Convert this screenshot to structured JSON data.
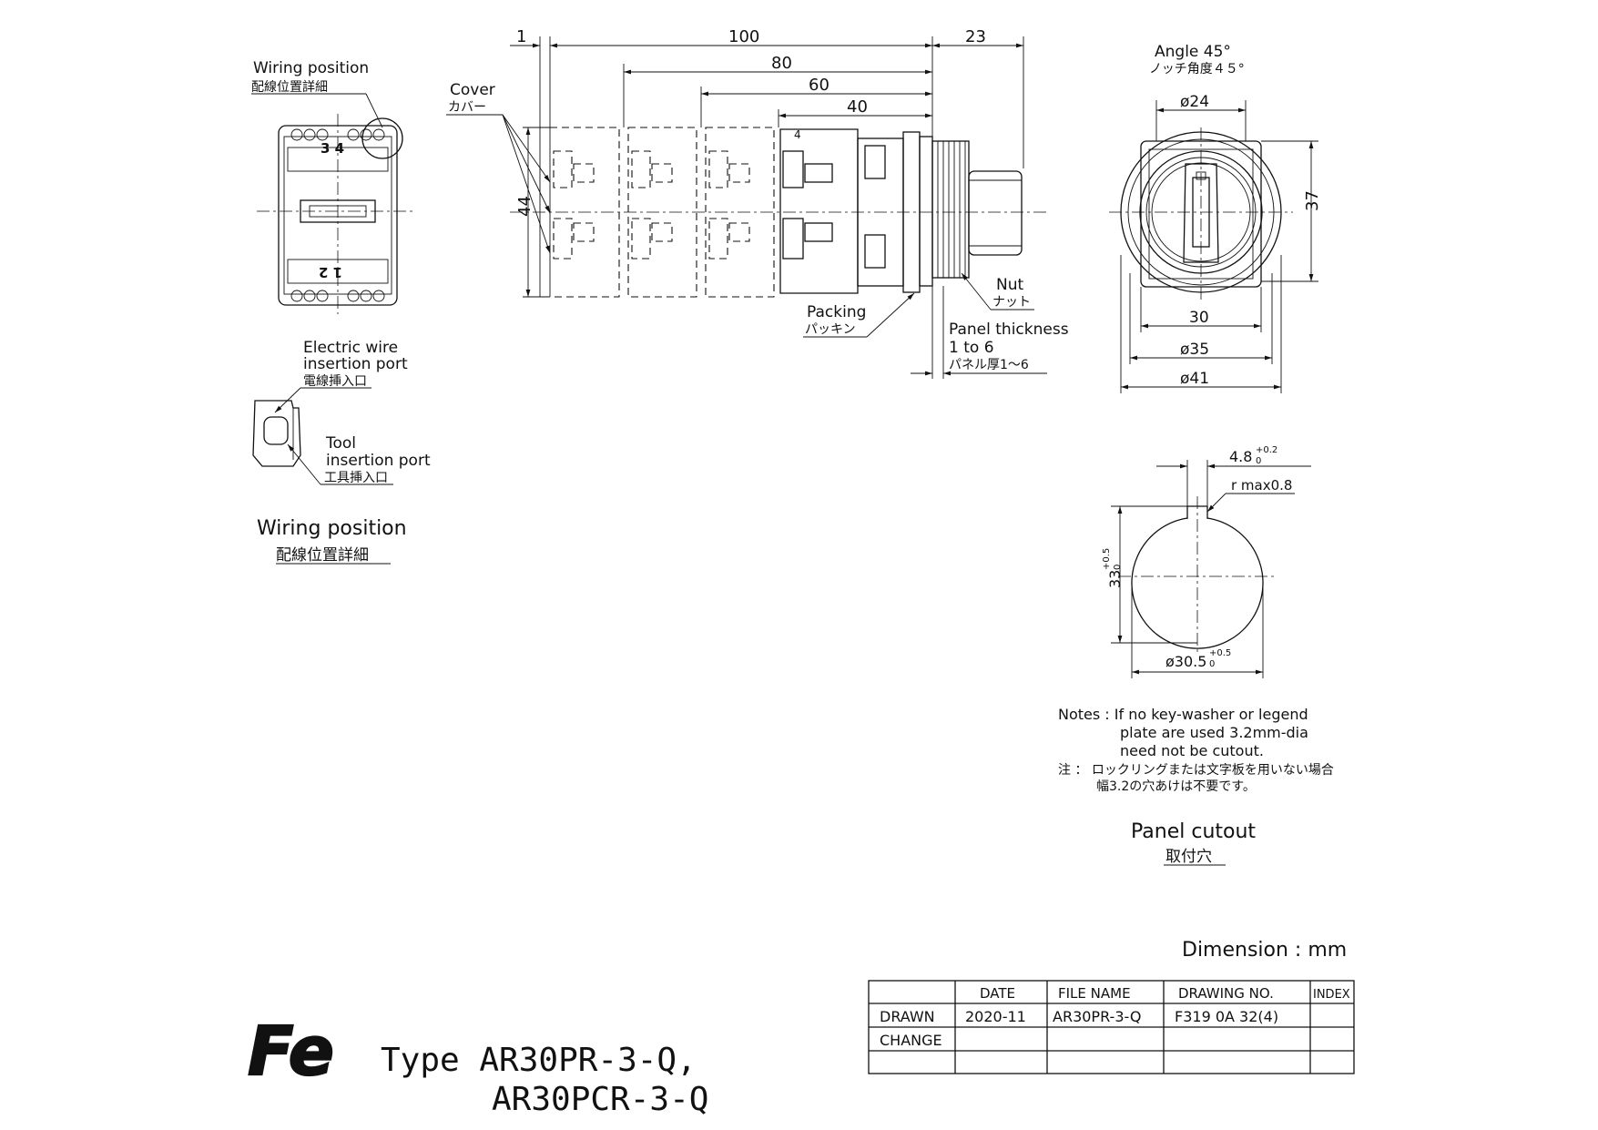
{
  "wiring_top": {
    "title": "Wiring position",
    "title_jp": "配線位置詳細",
    "terminal_top": "3 4",
    "terminal_bottom": "1 2"
  },
  "labels": {
    "cover": "Cover",
    "cover_jp": "カバー",
    "electric_wire_1": "Electric wire",
    "electric_wire_2": "insertion port",
    "electric_wire_jp": "電線挿入口",
    "tool_1": "Tool",
    "tool_2": "insertion port",
    "tool_jp": "工具挿入口",
    "wiring_bottom": "Wiring position",
    "wiring_bottom_jp": "配線位置詳細",
    "packing": "Packing",
    "packing_jp": "パッキン",
    "nut": "Nut",
    "nut_jp": "ナット",
    "panel_thickness_1": "Panel thickness",
    "panel_thickness_2": "1 to 6",
    "panel_thickness_jp": "パネル厚1～6",
    "angle": "Angle 45°",
    "angle_jp": "ノッチ角度４５°",
    "section_mark": "4"
  },
  "dimensions": {
    "d1": "1",
    "d100": "100",
    "d23": "23",
    "d80": "80",
    "d60": "60",
    "d40": "40",
    "d44": "44",
    "phi24": "ø24",
    "d37": "37",
    "d30": "30",
    "phi35": "ø35",
    "phi41": "ø41",
    "key_width": "4.8",
    "key_tol_up": "+0.2",
    "key_tol_low": "0",
    "rmax": "r max0.8",
    "cut_h": "33",
    "cut_h_up": "+0.5",
    "cut_h_low": "0",
    "cut_d": "ø30.5",
    "cut_d_up": "+0.5",
    "cut_d_low": "0"
  },
  "notes": {
    "line1": "Notes : If no key-washer or legend",
    "line2": "plate are used 3.2mm-dia",
    "line3": "need not be cutout.",
    "line4": "注 ： ロックリングまたは文字板を用いない場合",
    "line5": "幅3.2の穴あけは不要です。"
  },
  "panel_cutout": {
    "title": "Panel cutout",
    "title_jp": "取付穴"
  },
  "dimension_unit": "Dimension : mm",
  "title_block": {
    "headers": [
      "DATE",
      "FILE NAME",
      "DRAWING NO.",
      "INDEX"
    ],
    "row1": {
      "label": "DRAWN",
      "date": "2020-11",
      "file": "AR30PR-3-Q",
      "drawing": "F319 0A 32(4)",
      "index": ""
    },
    "row2": {
      "label": "CHANGE"
    }
  },
  "brand": {
    "logo_text": "Fe",
    "type_line1": "Type AR30PR-3-Q,",
    "type_line2": "AR30PCR-3-Q"
  }
}
